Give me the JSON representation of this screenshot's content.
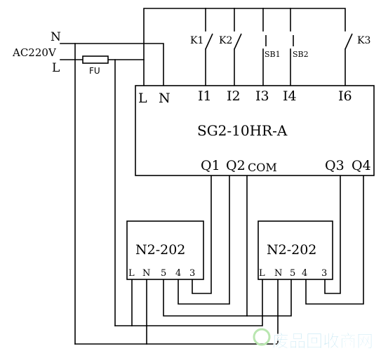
{
  "supply": {
    "n_label": "N",
    "voltage_label": "AC220V",
    "l_label": "L",
    "fuse_label": "FU"
  },
  "switches": {
    "k1": "K1",
    "k2": "K2",
    "sb1": "SB1",
    "sb2": "SB2",
    "k3": "K3"
  },
  "controller": {
    "model": "SG2-10HR-A",
    "top_terminals": {
      "l": "L",
      "n": "N",
      "i1": "I1",
      "i2": "I2",
      "i3": "I3",
      "i4": "I4",
      "i6": "I6"
    },
    "bottom_terminals": {
      "q1": "Q1",
      "q2": "Q2",
      "com": "COM",
      "q3": "Q3",
      "q4": "Q4"
    }
  },
  "module_left": {
    "model": "N2-202",
    "terminals": {
      "l": "L",
      "n": "N",
      "t5": "5",
      "t4": "4",
      "t3": "3"
    }
  },
  "module_right": {
    "model": "N2-202",
    "terminals": {
      "l": "L",
      "n": "N",
      "t5": "5",
      "t4": "4",
      "t3": "3"
    }
  },
  "watermark": "废品回收商网"
}
